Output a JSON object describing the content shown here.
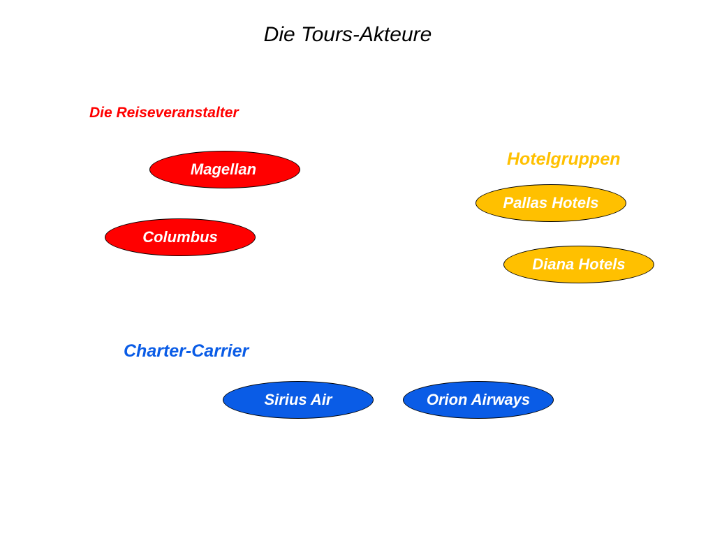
{
  "title": "Die Tours-Akteure",
  "groups": {
    "reiseveranstalter": {
      "label": "Die Reiseveranstalter",
      "color": "#ff0000",
      "items": [
        "Magellan",
        "Columbus"
      ]
    },
    "hotelgruppen": {
      "label": "Hotelgruppen",
      "color": "#ffc000",
      "items": [
        "Pallas Hotels",
        "Diana Hotels"
      ]
    },
    "charter": {
      "label": "Charter-Carrier",
      "color": "#0a5ce6",
      "items": [
        "Sirius Air",
        "Orion Airways"
      ]
    }
  }
}
